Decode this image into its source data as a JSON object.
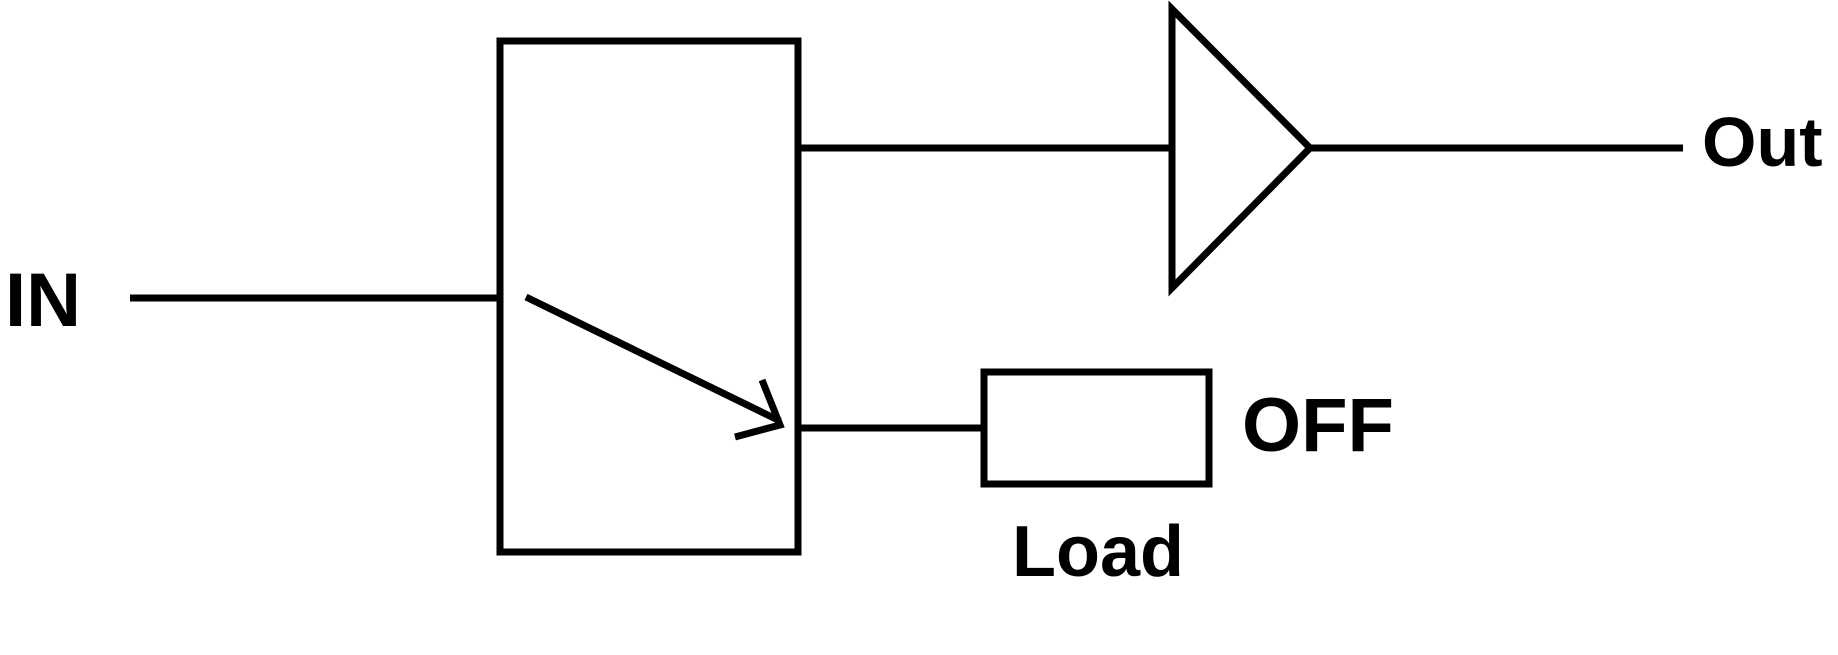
{
  "labels": {
    "input": "IN",
    "output": "Out",
    "state": "OFF",
    "load": "Load"
  },
  "colors": {
    "stroke": "#000000",
    "background": "#ffffff"
  }
}
